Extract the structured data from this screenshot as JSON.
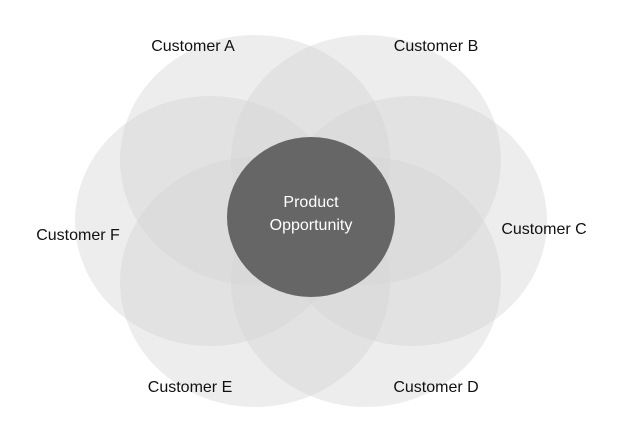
{
  "diagram": {
    "center": {
      "line1": "Product",
      "line2": "Opportunity",
      "color": "#666666"
    },
    "petal_color": "#d4d4d4",
    "customers": [
      {
        "label": "Customer A"
      },
      {
        "label": "Customer B"
      },
      {
        "label": "Customer C"
      },
      {
        "label": "Customer D"
      },
      {
        "label": "Customer E"
      },
      {
        "label": "Customer F"
      }
    ]
  }
}
